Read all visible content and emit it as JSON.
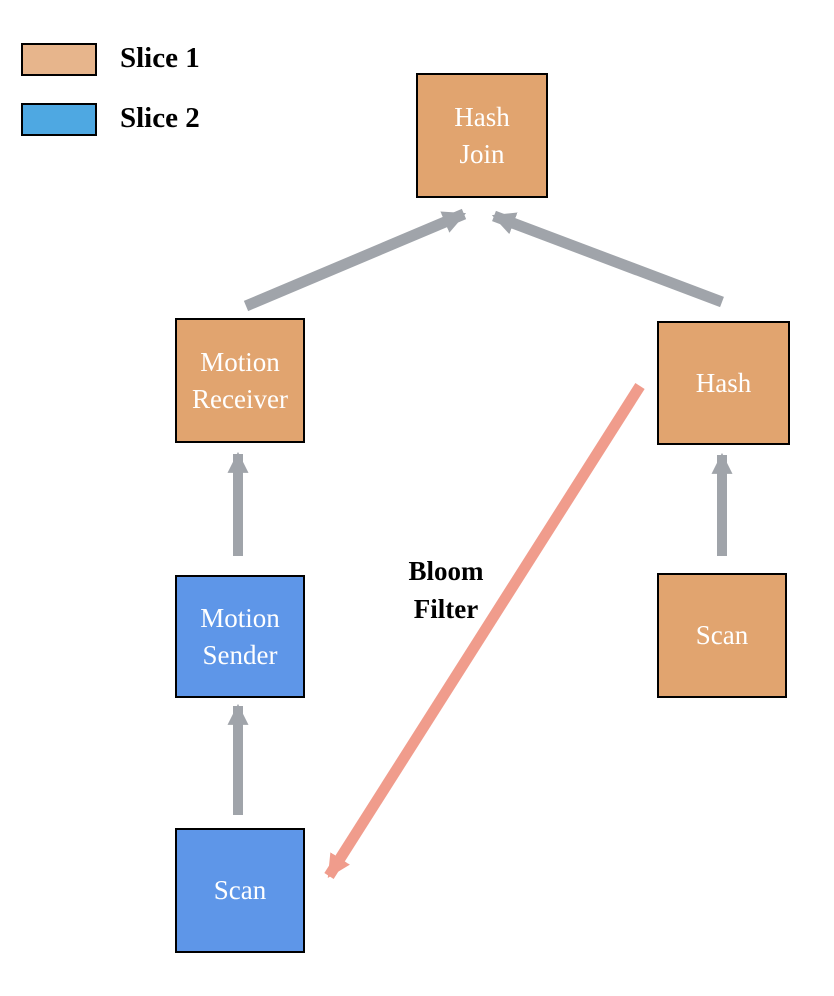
{
  "legend": {
    "items": [
      {
        "label": "Slice 1",
        "color": "#E7B58C"
      },
      {
        "label": "Slice 2",
        "color": "#4EA8E2"
      }
    ]
  },
  "nodes": {
    "hash_join": {
      "label": "Hash\nJoin",
      "slice": "Slice 1"
    },
    "motion_receiver": {
      "label": "Motion\nReceiver",
      "slice": "Slice 1"
    },
    "hash": {
      "label": "Hash",
      "slice": "Slice 1"
    },
    "motion_sender": {
      "label": "Motion\nSender",
      "slice": "Slice 2"
    },
    "scan_right": {
      "label": "Scan",
      "slice": "Slice 1"
    },
    "scan_bottom": {
      "label": "Scan",
      "slice": "Slice 2"
    }
  },
  "annotations": {
    "bloom_filter": "Bloom\nFilter"
  },
  "edges": [
    {
      "from": "scan_bottom",
      "to": "motion_sender",
      "kind": "dataflow",
      "color": "#A0A4AA"
    },
    {
      "from": "motion_sender",
      "to": "motion_receiver",
      "kind": "dataflow",
      "color": "#A0A4AA"
    },
    {
      "from": "motion_receiver",
      "to": "hash_join",
      "kind": "dataflow",
      "color": "#A0A4AA"
    },
    {
      "from": "scan_right",
      "to": "hash",
      "kind": "dataflow",
      "color": "#A0A4AA"
    },
    {
      "from": "hash",
      "to": "hash_join",
      "kind": "dataflow",
      "color": "#A0A4AA"
    },
    {
      "from": "hash",
      "to": "scan_bottom",
      "kind": "bloom-filter",
      "color": "#F09C8C"
    }
  ],
  "colors": {
    "node_orange": "#E1A46F",
    "node_blue": "#5E96E8",
    "legend_orange": "#E7B58C",
    "legend_blue": "#4EA8E2",
    "arrow_gray": "#A0A4AA",
    "arrow_red": "#F09C8C",
    "border": "#000000",
    "node_text": "#FFFFFF",
    "label_text": "#000000"
  }
}
